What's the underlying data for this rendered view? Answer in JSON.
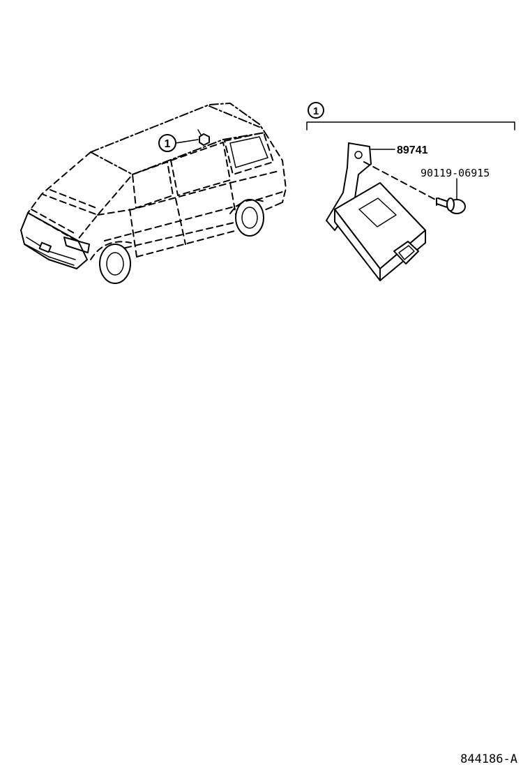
{
  "diagram": {
    "callouts": {
      "vehicle_callout": "1",
      "group_callout": "1"
    },
    "parts": {
      "part_number_ecu": "89741",
      "part_number_bolt": "90119-06915"
    },
    "illustration_code": "844186-A"
  }
}
